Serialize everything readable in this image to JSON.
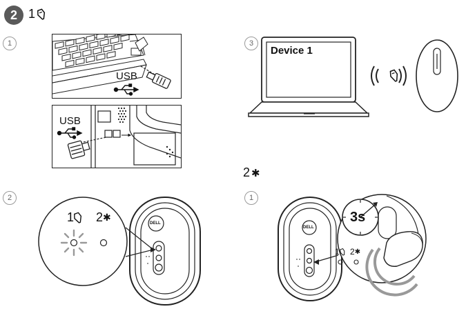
{
  "header": {
    "step_number": "2",
    "mode_digit": "1"
  },
  "steps": {
    "s1": "1",
    "s2": "2",
    "s3": "3",
    "s4": "1"
  },
  "panel_top": {
    "usb_label": "USB"
  },
  "panel_bottom": {
    "usb_label": "USB"
  },
  "laptop": {
    "screen_text": "Device 1"
  },
  "bluetooth_heading": {
    "digit": "2"
  },
  "zoom_left": {
    "mode1": "1",
    "mode2": "2"
  },
  "timer": {
    "label": "3s"
  },
  "mouse_labels": {
    "mode1": "1",
    "mode2": "2"
  },
  "mouse_brand": "DELL"
}
